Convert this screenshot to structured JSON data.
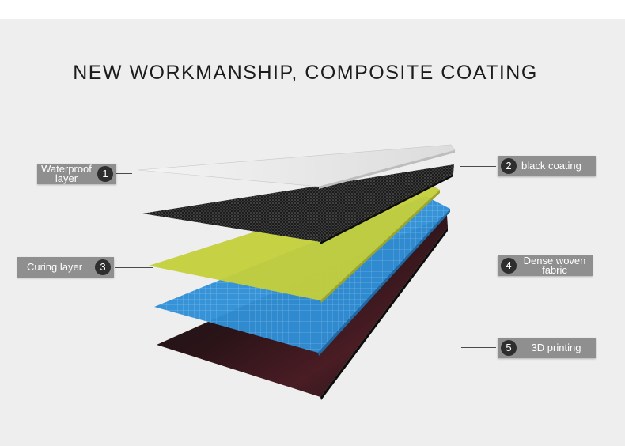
{
  "title": "NEW WORKMANSHIP, COMPOSITE COATING",
  "labels": [
    {
      "number": "1",
      "text": "Waterproof layer"
    },
    {
      "number": "2",
      "text": "black coating"
    },
    {
      "number": "3",
      "text": "Curing layer"
    },
    {
      "number": "4",
      "text": "Dense woven fabric"
    },
    {
      "number": "5",
      "text": "3D printing"
    }
  ],
  "colors": {
    "background": "#eeeeee",
    "label_background": "#8f8f8f",
    "badge": "#2e2e2e",
    "layer_waterproof": "#e8e8e8",
    "layer_black_coating": "#1e1e1e",
    "layer_curing": "#c4cf3a",
    "layer_woven": "#2f8fd6",
    "layer_printing": "#1a1416"
  }
}
